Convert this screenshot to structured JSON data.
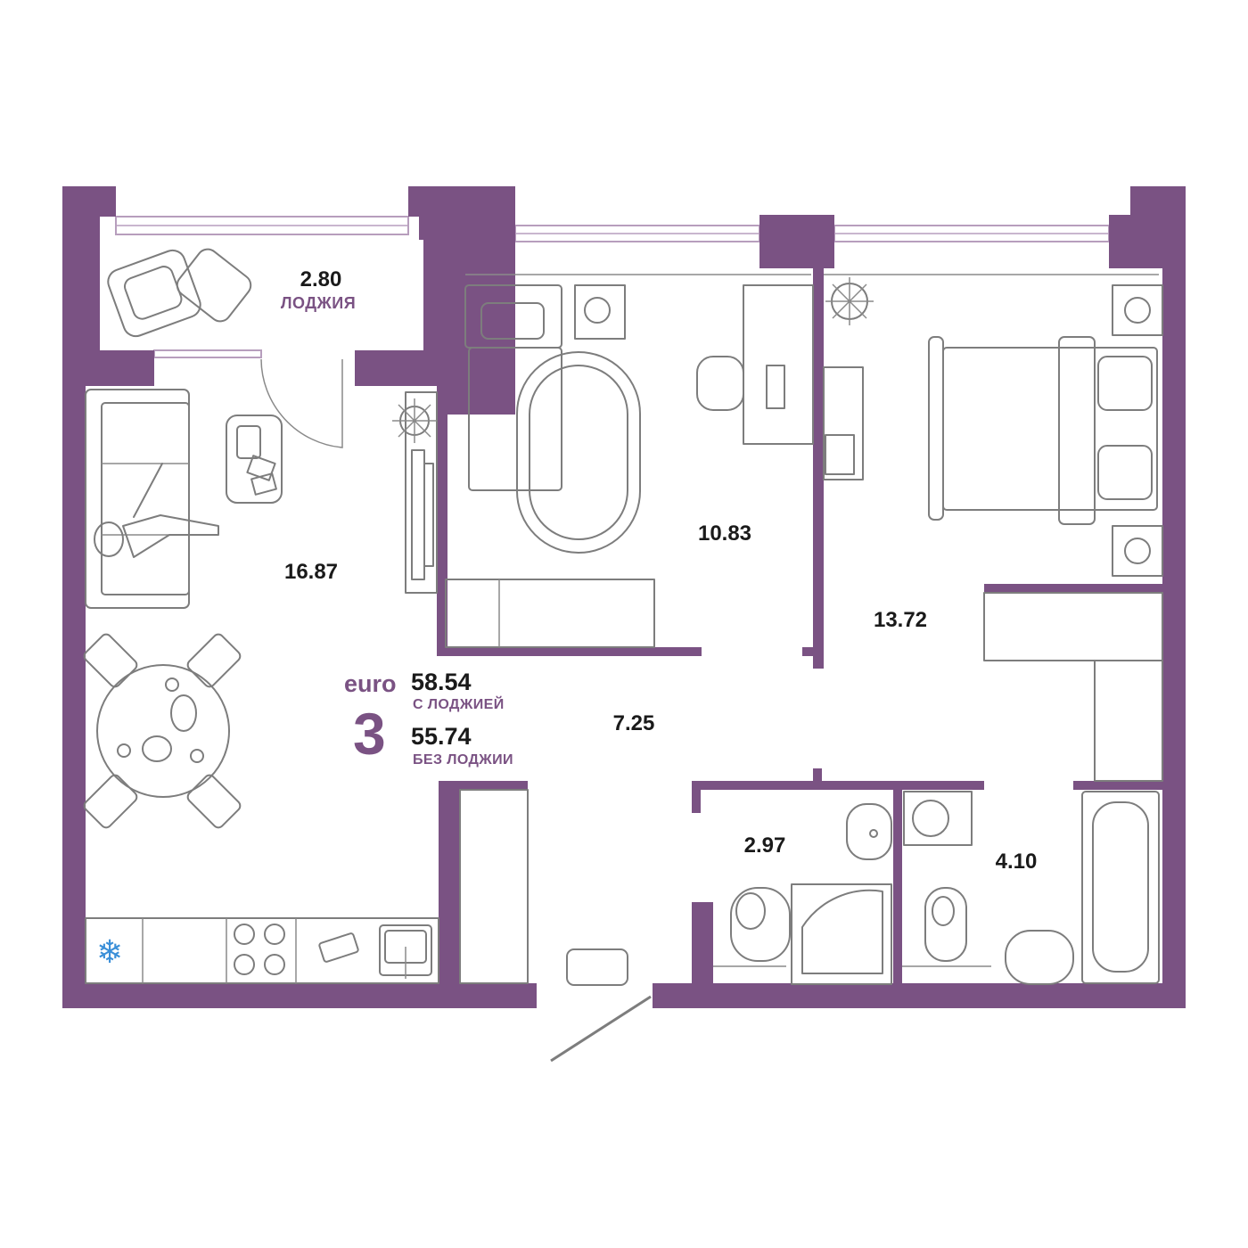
{
  "apartment": {
    "class_label": "euro",
    "room_count": "3",
    "area_with_loggia": "58.54",
    "with_loggia_caption": "С ЛОДЖИЕЙ",
    "area_without_loggia": "55.74",
    "without_loggia_caption": "БЕЗ ЛОДЖИИ"
  },
  "rooms": {
    "loggia": {
      "area": "2.80",
      "name": "ЛОДЖИЯ"
    },
    "living_kitchen": {
      "area": "16.87"
    },
    "bedroom_child": {
      "area": "10.83"
    },
    "bedroom_master": {
      "area": "13.72"
    },
    "hallway": {
      "area": "7.25"
    },
    "bathroom_left": {
      "area": "2.97"
    },
    "bathroom_right": {
      "area": "4.10"
    }
  },
  "icons": {
    "fridge": "snowflake-icon",
    "fridge_glyph": "❄"
  },
  "colors": {
    "wall": "#7a5283",
    "accent": "#7a5283",
    "text": "#1a1a1a",
    "furniture_line": "#7d7d7d",
    "fridge_icon": "#3a8fd8"
  }
}
